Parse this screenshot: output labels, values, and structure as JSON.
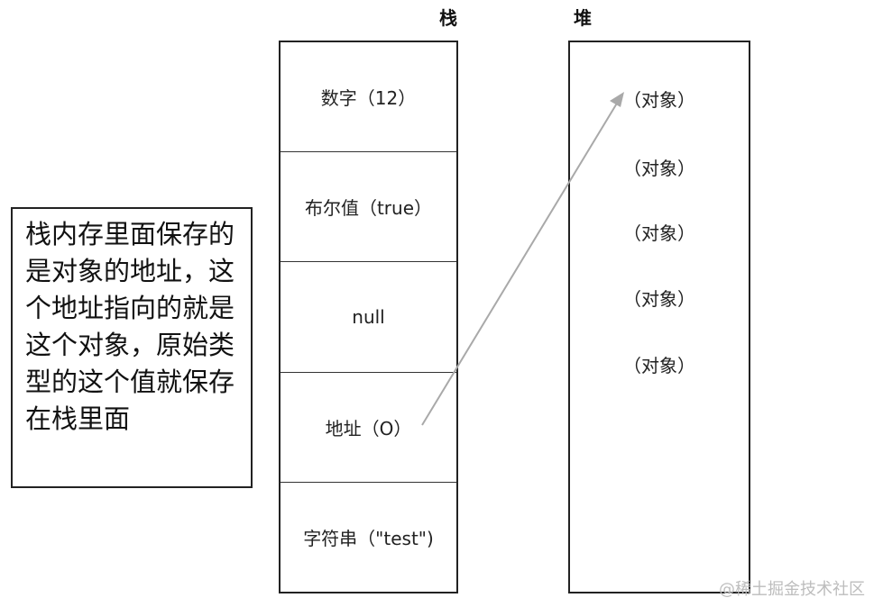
{
  "titles": {
    "stack": "栈",
    "heap": "堆"
  },
  "stack_cells": [
    "数字（12）",
    "布尔值（true）",
    "null",
    "地址（O）",
    "字符串（\"test\")"
  ],
  "heap_items": [
    "（对象）",
    "（对象）",
    "（对象）",
    "（对象）",
    "（对象）"
  ],
  "note": "栈内存里面保存的是对象的地址，这个地址指向的就是这个对象，原始类型的这个值就保存在栈里面",
  "watermark": "@稀土掘金技术社区",
  "colors": {
    "arrow": "#a9a9a9",
    "border": "#222222",
    "watermark": "#bdbdbd"
  }
}
